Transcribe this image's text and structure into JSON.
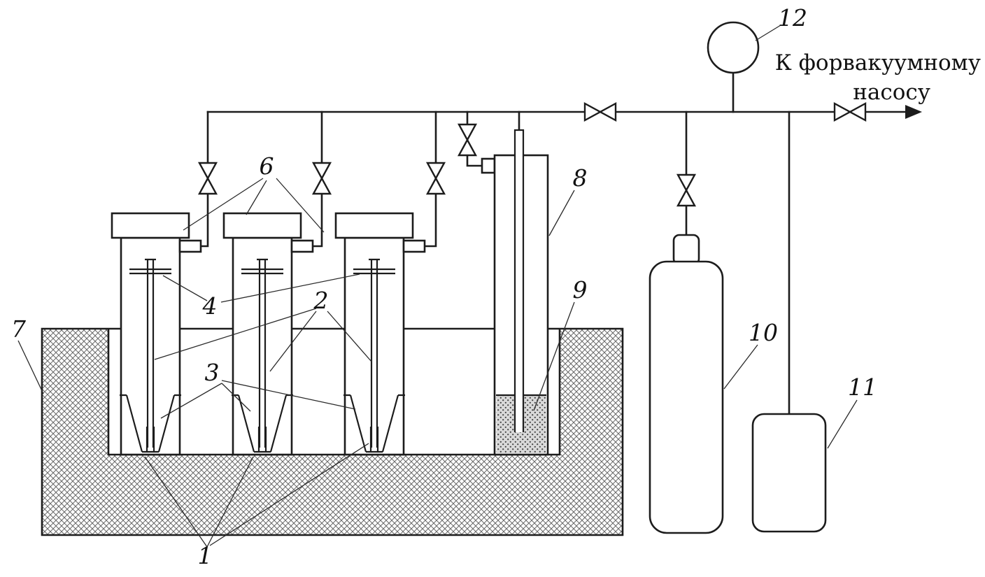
{
  "labels": {
    "n1": "1",
    "n2": "2",
    "n3": "3",
    "n4": "4",
    "n6": "6",
    "n7": "7",
    "n8": "8",
    "n9": "9",
    "n10": "10",
    "n11": "11",
    "n12": "12"
  },
  "annotations": {
    "to_pump_line1": "К форвакуумному",
    "to_pump_line2": "насосу"
  },
  "colors": {
    "line": "#1c1c1c",
    "hatch": "#6a6a6a",
    "stipple": "#3f3f3f",
    "background": "#ffffff"
  }
}
